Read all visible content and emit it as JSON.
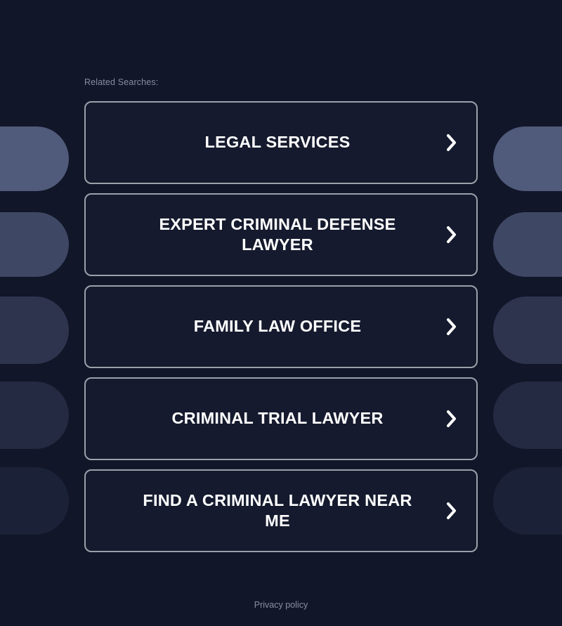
{
  "page": {
    "background_color": "#111629",
    "decor_color": "#505a7a"
  },
  "related": {
    "label": "Related Searches:"
  },
  "buttons": [
    {
      "label": "LEGAL SERVICES",
      "icon": "chevron-right-icon"
    },
    {
      "label": "EXPERT CRIMINAL DEFENSE LAWYER",
      "icon": "chevron-right-icon"
    },
    {
      "label": "FAMILY LAW OFFICE",
      "icon": "chevron-right-icon"
    },
    {
      "label": "CRIMINAL TRIAL LAWYER",
      "icon": "chevron-right-icon"
    },
    {
      "label": "FIND A CRIMINAL LAWYER NEAR ME",
      "icon": "chevron-right-icon"
    }
  ],
  "footer": {
    "privacy_policy": "Privacy policy"
  },
  "colors": {
    "button_border": "#9ba1a9",
    "button_fill": "#151a2e",
    "button_text": "#ffffff",
    "muted_text": "#8a90a0"
  }
}
